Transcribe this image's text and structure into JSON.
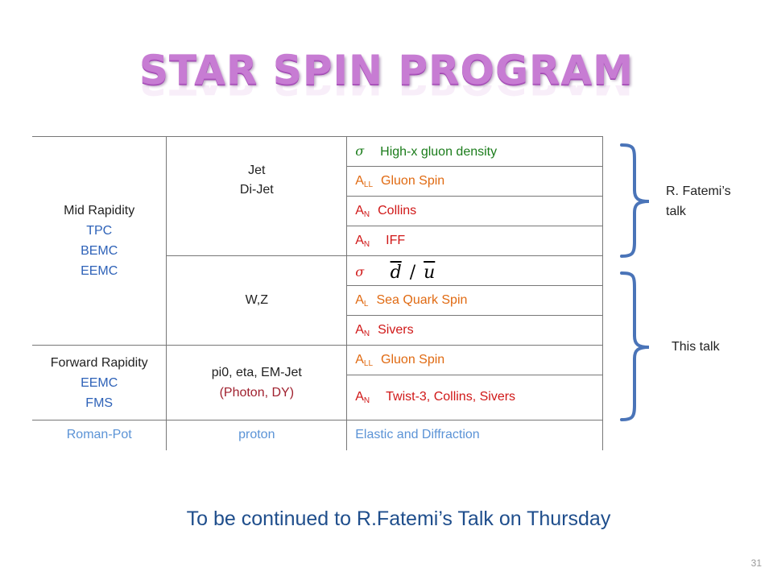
{
  "title": "STAR SPIN PROGRAM",
  "table": {
    "mid": {
      "label": "Mid Rapidity",
      "detectors": [
        "TPC",
        "BEMC",
        "EEMC"
      ]
    },
    "jet": {
      "line1": "Jet",
      "line2": "Di-Jet"
    },
    "wz": "W,Z",
    "forward": {
      "label": "Forward Rapidity",
      "detectors": [
        "EEMC",
        "FMS"
      ]
    },
    "pi0": {
      "line1": "pi0, eta, EM-Jet",
      "line2": "(Photon, DY)"
    },
    "roman": {
      "c1": "Roman-Pot",
      "c2": "proton",
      "c3": "Elastic and Diffraction"
    },
    "observables": [
      {
        "sym": "σ",
        "sub": "",
        "text": "High-x gluon density",
        "color": "#1b7c1b"
      },
      {
        "sym": "A",
        "sub": "LL",
        "text": "Gluon Spin",
        "color": "#e06a12"
      },
      {
        "sym": "A",
        "sub": "N",
        "text": "Collins",
        "color": "#d01818"
      },
      {
        "sym": "A",
        "sub": "N",
        "text": "IFF",
        "color": "#d01818"
      },
      {
        "sym": "σ",
        "sub": "",
        "text": "",
        "color": "#d01818"
      },
      {
        "sym": "A",
        "sub": "L",
        "text": "Sea Quark Spin",
        "color": "#e06a12"
      },
      {
        "sym": "A",
        "sub": "N",
        "text": "Sivers",
        "color": "#d01818"
      },
      {
        "sym": "A",
        "sub": "LL",
        "text": "Gluon Spin",
        "color": "#e06a12"
      },
      {
        "sym": "A",
        "sub": "N",
        "text": "Twist-3, Collins, Sivers",
        "color": "#d01818"
      }
    ],
    "ratio": {
      "num": "d",
      "den": "u"
    }
  },
  "side": {
    "label1_line1": "R. Fatemi’s",
    "label1_line2": "talk",
    "label2": "This talk"
  },
  "bottom_text": "To be continued to R.Fatemi’s Talk on Thursday",
  "page_number": "31",
  "colors": {
    "title": "#c77cd3",
    "bracket": "#4a74b8",
    "bottom": "#1f4e8c"
  }
}
